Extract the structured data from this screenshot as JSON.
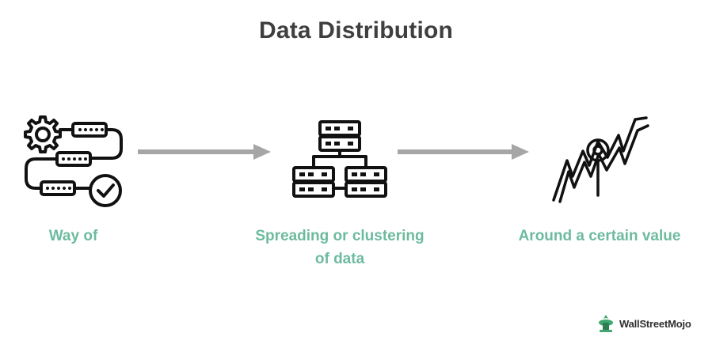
{
  "title": "Data Distribution",
  "colors": {
    "title": "#3f3f3f",
    "caption": "#6dbb9f",
    "arrow": "#a6a6a6",
    "icon": "#111111",
    "brand_green": "#3fa76f"
  },
  "steps": [
    {
      "icon": "gears-process-checkmark-icon",
      "caption": "Way of"
    },
    {
      "icon": "server-hierarchy-icon",
      "caption": "Spreading or clustering\nof data"
    },
    {
      "icon": "fluctuating-line-magnifier-icon",
      "caption": "Around a certain value"
    }
  ],
  "brand": {
    "icon": "wallstreetmojo-logo",
    "name": "WallStreetMojo"
  }
}
